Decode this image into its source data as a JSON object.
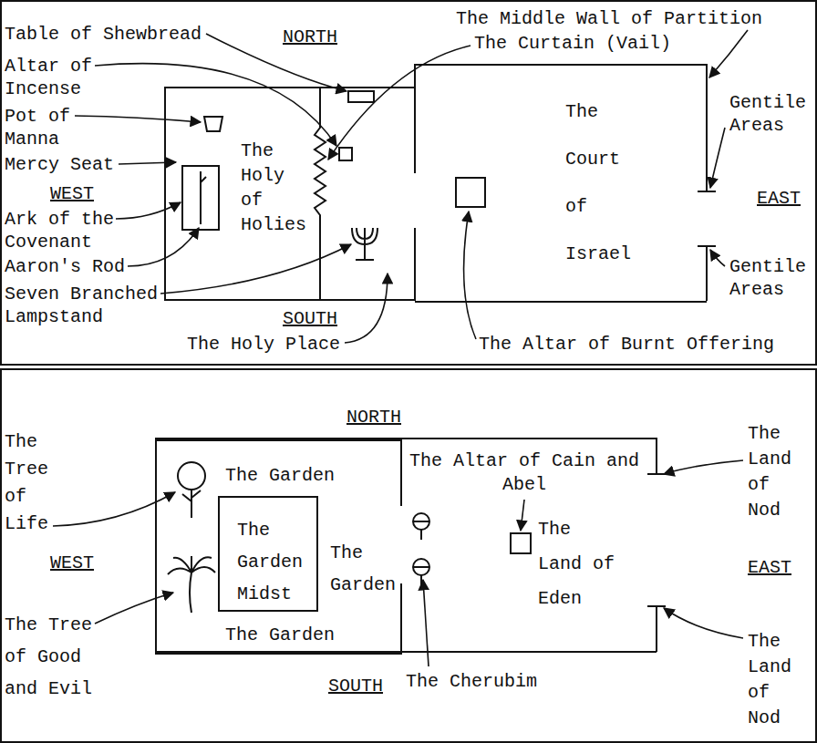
{
  "diagram": {
    "nodes": [
      {
        "text": [
          "The Holy of Holies"
        ]
      },
      {
        "text": [
          "The Court of Israel"
        ]
      },
      {
        "text": [
          "The Land of Eden"
        ]
      },
      {
        "text": [
          "The Garden",
          "The Garden Midst",
          "The Garden",
          "The Garden"
        ],
        "in": 2
      }
    ],
    "labels": [
      "Table of Shewbread",
      "Altar of Incense",
      "Pot of Manna",
      "Mercy Seat",
      "WEST",
      "Ark of the Covenant",
      "Aaron's Rod",
      "Seven Branched Lampstand",
      "The Holy Place",
      "NORTH",
      "SOUTH",
      "The Middle Wall of Partition",
      "The Curtain (Vail)",
      "Gentile Areas",
      "EAST",
      "Gentile Areas",
      "The Altar of Burnt Offering",
      "The Tree of Life",
      "WEST",
      "The Tree of Good and Evil",
      "NORTH",
      "The Altar of Cain and Abel",
      "The Land of Nod",
      "EAST",
      "The Land of Nod",
      "The Cherubim",
      "SOUTH"
    ]
  }
}
